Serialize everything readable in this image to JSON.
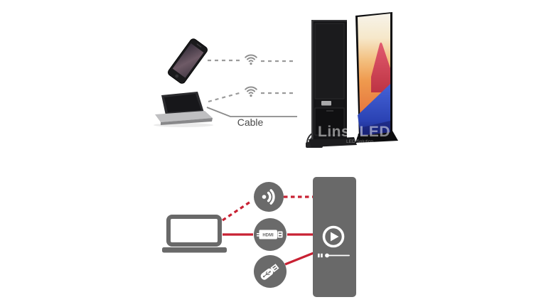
{
  "meta": {
    "description": "LED poster display connectivity diagram",
    "background": "#ffffff"
  },
  "watermark": {
    "brand": "LinsnLED",
    "tagline": "LED Solution"
  },
  "top_diagram": {
    "devices": [
      {
        "id": "smartphone",
        "connection": "wifi"
      },
      {
        "id": "laptop",
        "connections": [
          "wifi",
          "cable"
        ]
      }
    ],
    "cable_label": "Cable",
    "wifi_icon": "wifi-signal",
    "display": "led-poster-front-and-back"
  },
  "bottom_diagram": {
    "source": "laptop-icon",
    "methods": [
      {
        "id": "wifi",
        "line_style": "dashed"
      },
      {
        "id": "hdmi",
        "label": "HDMI",
        "line_style": "solid"
      },
      {
        "id": "usb",
        "line_style": "solid"
      }
    ],
    "display": {
      "icons": [
        "play-button",
        "progress-bar"
      ]
    }
  },
  "colors": {
    "diagram_gray": "#696969",
    "connection_red": "#c82133",
    "dashed_gray": "#9b9b9b",
    "cable_text": "#4a4a4a",
    "poster_black": "#151517",
    "screen_cream": "#f6f2e7",
    "screen_orange": "#ef9a4e",
    "screen_red": "#cf3b55",
    "screen_blue": "#3550c4"
  }
}
